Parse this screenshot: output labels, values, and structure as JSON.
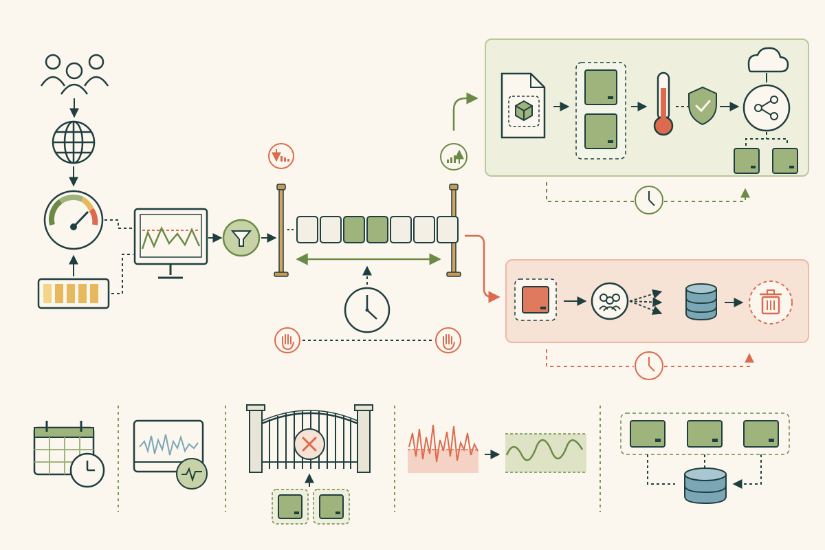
{
  "colors": {
    "background": "#fbf6ee",
    "ink": "#1f3f3f",
    "green": "#6a8a45",
    "green_fill": "#9fb37c",
    "green_panel": "#eef0dd",
    "green_stroke": "#b9c89a",
    "red": "#dc6a4d",
    "red_fill": "#e07a5f",
    "red_panel": "#f7e2d6",
    "red_stroke": "#edb9a4",
    "yellow": "#e8b95c",
    "blue": "#7aa6b5",
    "divider": "#7a9a4a"
  },
  "icons": [
    "users-icon",
    "globe-icon",
    "gauge-icon",
    "battery-meter-icon",
    "monitor-chart-icon",
    "filter-funnel-icon",
    "throttle-down-icon",
    "scale-up-icon",
    "clock-icon",
    "stop-hand-icon",
    "document-package-icon",
    "thermometer-icon",
    "shield-check-icon",
    "cloud-icon",
    "share-hub-icon",
    "trash-icon",
    "database-icon",
    "calendar-clock-icon",
    "monitor-waveform-icon",
    "gate-blocked-icon"
  ],
  "queue": {
    "slot_states": [
      "empty",
      "empty",
      "filled",
      "filled",
      "empty",
      "empty",
      "empty"
    ]
  },
  "upper_route": {
    "staging_slots": 2,
    "output_boxes": 2
  },
  "lower_route": {
    "fan_out_arrows": 3
  },
  "legend_panels": 5
}
